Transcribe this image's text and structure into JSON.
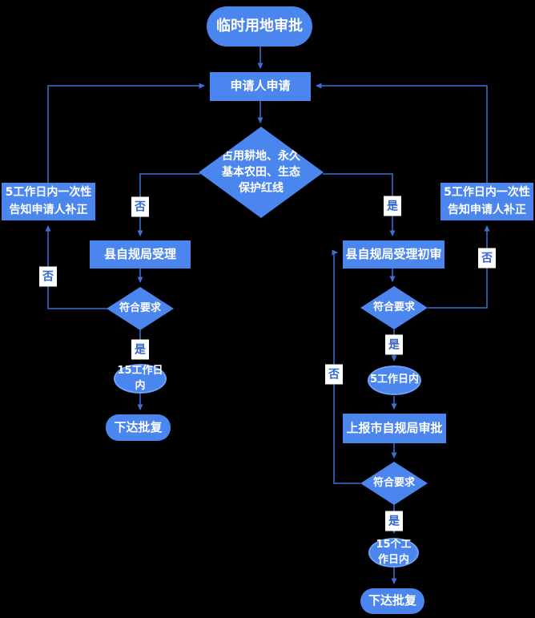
{
  "diagram": {
    "title": "临时用地审批",
    "background": "#000000"
  },
  "colors": {
    "shape_fill": "#4b85ee",
    "connector": "#3d6fd8",
    "edge_label_text": "#3566d0",
    "edge_label_bg": "#ffffff",
    "node_text": "#ffffff",
    "ellipse_border": "#6ba2f7"
  },
  "nodes": {
    "start": {
      "label": "临时用地审批",
      "type": "terminator"
    },
    "apply": {
      "label": "申请人申请",
      "type": "process"
    },
    "main_decision": {
      "label": "占用耕地、永久基本农田、生态保护红线",
      "type": "decision"
    },
    "notify_left": {
      "label": "5工作日内一次性告知申请人补正",
      "type": "process"
    },
    "county_accept": {
      "label": "县自规局受理",
      "type": "process"
    },
    "check_left": {
      "label": "符合要求",
      "type": "decision"
    },
    "days15_left": {
      "label": "15工作日内",
      "type": "duration"
    },
    "issue_left": {
      "label": "下达批复",
      "type": "terminator"
    },
    "notify_right": {
      "label": "5工作日内一次性告知申请人补正",
      "type": "process"
    },
    "county_review": {
      "label": "县自规局受理初审",
      "type": "process"
    },
    "check_right_first": {
      "label": "符合要求",
      "type": "decision"
    },
    "days5": {
      "label": "5工作日内",
      "type": "duration"
    },
    "city_approval": {
      "label": "上报市自规局审批",
      "type": "process"
    },
    "check_right_second": {
      "label": "符合要求",
      "type": "decision"
    },
    "days15_right": {
      "label": "15个工作日内",
      "type": "duration"
    },
    "issue_right": {
      "label": "下达批复",
      "type": "terminator"
    }
  },
  "edge_labels": {
    "yes": "是",
    "no": "否"
  }
}
